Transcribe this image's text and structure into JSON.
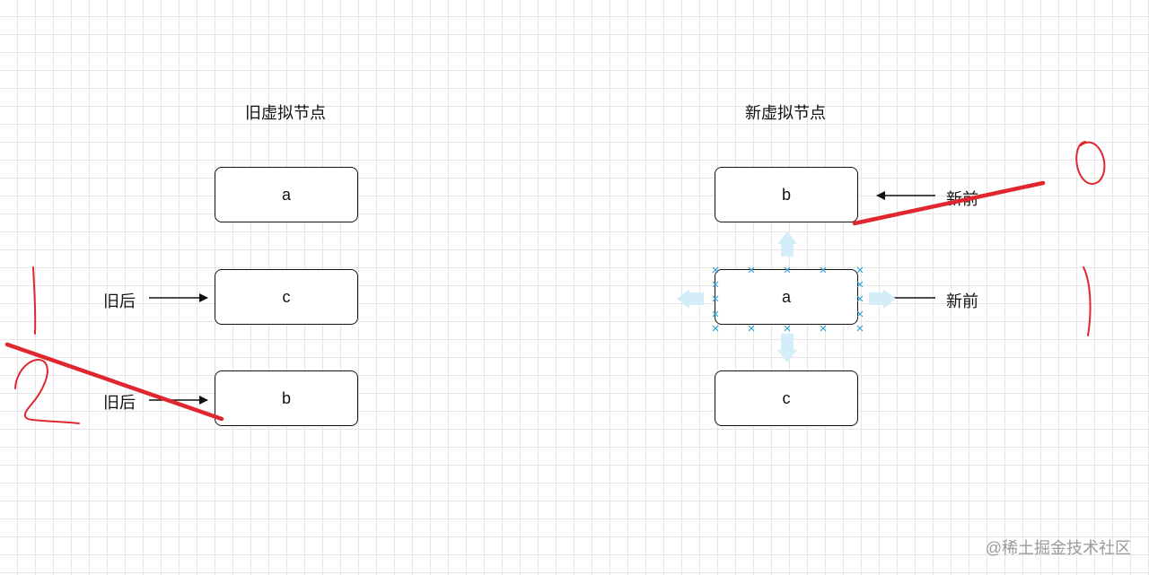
{
  "old_side": {
    "title": "旧虚拟节点",
    "nodes": [
      "a",
      "c",
      "b"
    ],
    "pointers": [
      "旧后",
      "旧后"
    ]
  },
  "new_side": {
    "title": "新虚拟节点",
    "nodes": [
      "b",
      "a",
      "c"
    ],
    "pointers": [
      "新前",
      "新前"
    ]
  },
  "annotations": {
    "stroke_color": "#e0262f",
    "handwritten": [
      "1",
      "2",
      "0",
      "1"
    ]
  },
  "selection_color": "#3aa0d6",
  "watermark": "@稀土掘金技术社区"
}
